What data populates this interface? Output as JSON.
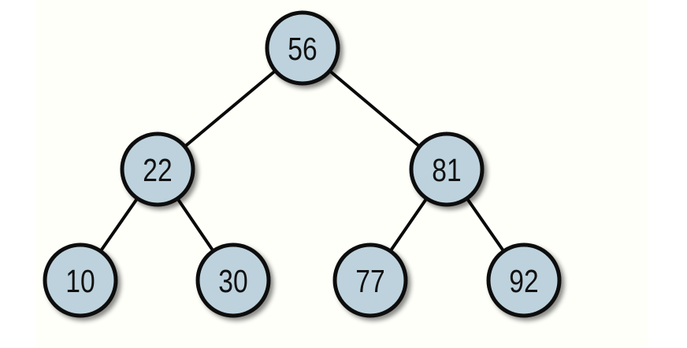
{
  "diagram": {
    "type": "binary-search-tree",
    "description": "Binary search tree with root 56; left subtree 22 (children 10, 30); right subtree 81 (children 77, 92)",
    "nodes": [
      {
        "id": "n56",
        "value": "56",
        "role": "root"
      },
      {
        "id": "n22",
        "value": "22",
        "role": "left-child-of-56"
      },
      {
        "id": "n81",
        "value": "81",
        "role": "right-child-of-56"
      },
      {
        "id": "n10",
        "value": "10",
        "role": "left-child-of-22"
      },
      {
        "id": "n30",
        "value": "30",
        "role": "right-child-of-22"
      },
      {
        "id": "n77",
        "value": "77",
        "role": "left-child-of-81"
      },
      {
        "id": "n92",
        "value": "92",
        "role": "right-child-of-81"
      }
    ],
    "edges": [
      {
        "from": "56",
        "to": "22"
      },
      {
        "from": "56",
        "to": "81"
      },
      {
        "from": "22",
        "to": "10"
      },
      {
        "from": "22",
        "to": "30"
      },
      {
        "from": "81",
        "to": "77"
      },
      {
        "from": "81",
        "to": "92"
      }
    ],
    "colors": {
      "node_fill": "#bdd2dd",
      "node_stroke": "#0a0a0a",
      "edge": "#0a0a0a",
      "background": "#ffffff",
      "text": "#111111"
    }
  }
}
